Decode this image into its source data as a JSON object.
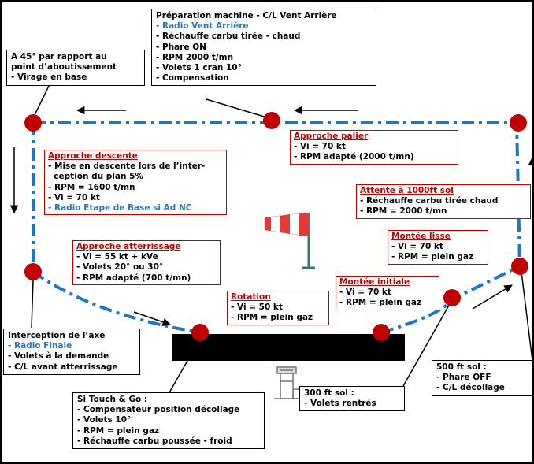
{
  "colors": {
    "circuit": "#1f77c4",
    "marker": "#c00000",
    "text_red": "#c00000",
    "link_blue": "#2e75b6"
  },
  "boxes": {
    "prep": {
      "title": "Préparation machine -  C/L Vent Arrière",
      "lines": [
        {
          "t": "- Radio Vent Arrière",
          "blue": true
        },
        {
          "t": "- Réchauffe carbu tirée - chaud"
        },
        {
          "t": "- Phare ON"
        },
        {
          "t": "- RPM 2000 t/mn"
        },
        {
          "t": "- Volets 1 cran 10°"
        },
        {
          "t": "- Compensation"
        }
      ]
    },
    "angle45": {
      "title": "A 45° par rapport au\npoint  d’aboutissement",
      "lines": [
        {
          "t": " - Virage en base"
        }
      ]
    },
    "descente": {
      "title": "Approche descente",
      "lines": [
        {
          "t": "- Mise en descente lors de l’inter-\n  ception du plan 5%"
        },
        {
          "t": "- RPM = 1600 t/mn"
        },
        {
          "t": "- Vi = 70 kt"
        },
        {
          "t": "- Radio Etape de Base si Ad NC",
          "blue": true
        }
      ]
    },
    "palier": {
      "title": "Approche palier",
      "lines": [
        {
          "t": "- Vi = 70 kt"
        },
        {
          "t": "- RPM adapté (2000 t/mn)"
        }
      ]
    },
    "attente": {
      "title": "Attente à 1000ft sol",
      "lines": [
        {
          "t": "- Réchauffe carbu tirée chaud"
        },
        {
          "t": "- RPM = 2000  t/mn"
        }
      ]
    },
    "lisse": {
      "title": "Montée lisse",
      "lines": [
        {
          "t": "- Vi = 70 kt"
        },
        {
          "t": "- RPM = plein gaz"
        }
      ]
    },
    "atterr": {
      "title": "Approche atterrissage",
      "lines": [
        {
          "t": "- Vi = 55 kt + kVe"
        },
        {
          "t": "- Volets 20° ou 30°"
        },
        {
          "t": "- RPM adapté (700 t/mn)"
        }
      ]
    },
    "initiale": {
      "title": "Montée initiale",
      "lines": [
        {
          "t": "- Vi = 70 kt"
        },
        {
          "t": "- RPM = plein gaz"
        }
      ]
    },
    "rotation": {
      "title": "Rotation",
      "lines": [
        {
          "t": "- Vi = 50 kt"
        },
        {
          "t": "- RPM = plein gaz"
        }
      ]
    },
    "axe": {
      "title": "Interception de l’axe",
      "lines": [
        {
          "t": "- Radio Finale",
          "blue": true
        },
        {
          "t": "- Volets à la demande"
        },
        {
          "t": "- C/L avant atterrissage"
        }
      ]
    },
    "touch": {
      "title": "Si Touch & Go :",
      "lines": [
        {
          "t": "- Compensateur position décollage"
        },
        {
          "t": "- Volets 10°"
        },
        {
          "t": "- RPM = plein gaz"
        },
        {
          "t": "- Réchauffe  carbu poussée - froid"
        }
      ]
    },
    "ft300": {
      "title": "300 ft sol :",
      "lines": [
        {
          "t": " - Volets rentrés"
        }
      ]
    },
    "ft500": {
      "title": "500 ft sol :",
      "lines": [
        {
          "t": "  - Phare OFF"
        },
        {
          "t": "  - C/L décollage"
        }
      ]
    }
  }
}
